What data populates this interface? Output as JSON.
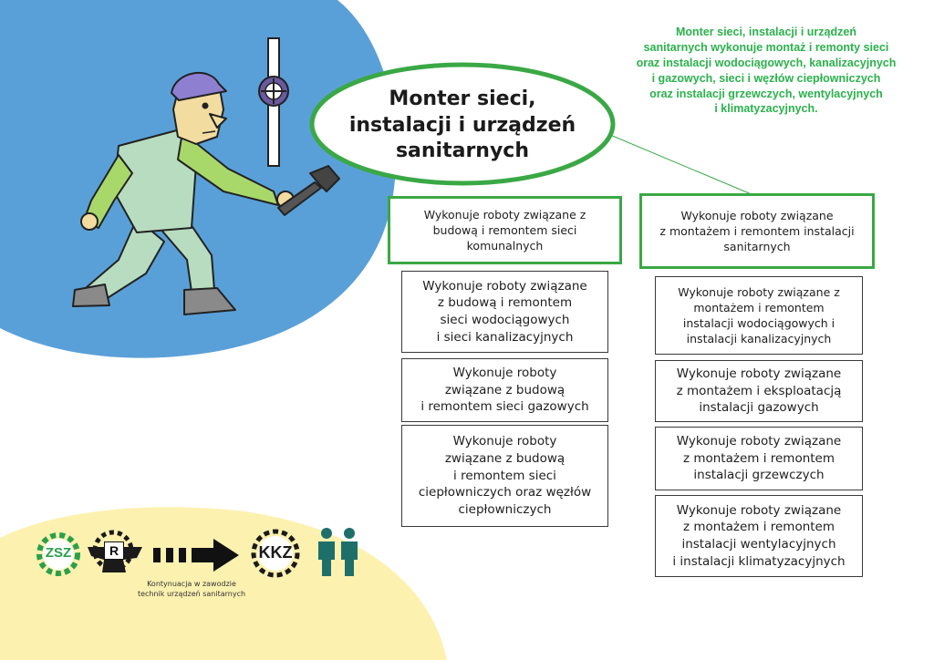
{
  "title": "Monter sieci,\ninstalacji i urządzeń\nsanitarnych",
  "description": "Monter sieci, instalacji i urządzeń\nsanitarnych wykonuje montaż i remonty sieci\noraz instalacji wodociągowych, kanalizacyjnych\ni gazowych, sieci i węzłów ciepłowniczych\noraz instalacji grzewczych, wentylacyjnych\ni klimatyzacyjnych.",
  "left_column": {
    "header": "Wykonuje roboty związane z\nbudową i remontem sieci\nkomunalnych",
    "items": [
      "Wykonuje roboty związane\nz budową i remontem\nsieci wodociągowych\ni sieci kanalizacyjnych",
      "Wykonuje roboty\nzwiązane z budową\ni remontem sieci gazowych",
      "Wykonuje roboty\nzwiązane z budową\ni remontem sieci\nciepłowniczych oraz węzłów\nciepłowniczych"
    ]
  },
  "right_column": {
    "header": "Wykonuje roboty związane\nz montażem i remontem instalacji\nsanitarnych",
    "items": [
      "Wykonuje roboty związane z\nmontażem i remontem\ninstalacji wodociągowych i\ninstalacji kanalizacyjnych",
      "Wykonuje roboty związane\nz montażem i eksploatacją\ninstalacji gazowych",
      "Wykonuje roboty związane\nz montażem i remontem\ninstalacji grzewczych",
      "Wykonuje roboty związane\nz montażem i remontem\ninstalacji wentylacyjnych\ni instalacji klimatyzacyjnych"
    ]
  },
  "footer": {
    "logo_zsz": "ZSZ",
    "logo_r": "R",
    "logo_kkz": "KKZ",
    "continuation": "Kontynuacja w zawodzie\ntechnik urządzeń sanitarnych"
  },
  "colors": {
    "green": "#3aa845",
    "text_green": "#2bb24c",
    "blue": "#5aa0d8",
    "yellow": "#fdf1b0",
    "teal": "#1e6f6a"
  }
}
